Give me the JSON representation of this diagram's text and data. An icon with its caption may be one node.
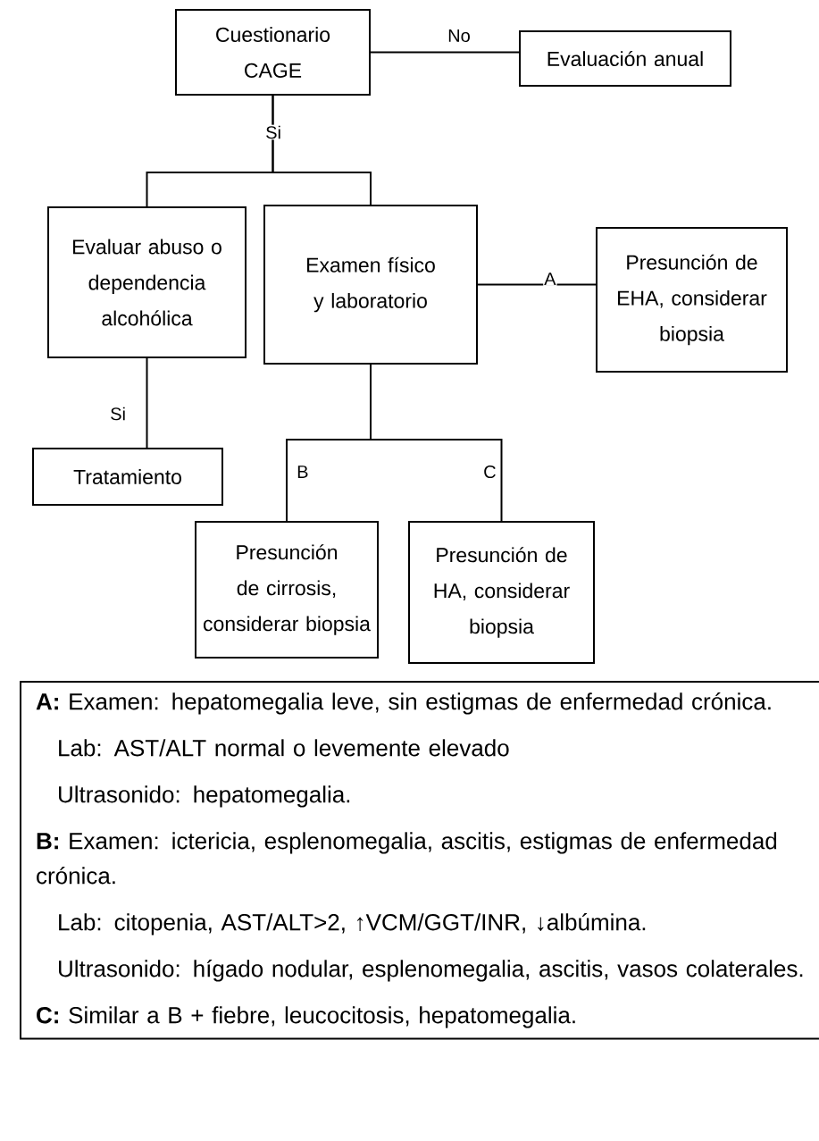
{
  "diagram": {
    "nodes": [
      {
        "text": [
          "Cuestionario CAGE"
        ]
      },
      {
        "text": [
          "Evaluación anual"
        ]
      },
      {
        "text": [
          "Evaluar abuso o dependencia alcohólica"
        ]
      },
      {
        "text": [
          "Examen físico y laboratorio"
        ]
      },
      {
        "text": [
          "Presunción de EHA, considerar biopsia"
        ]
      },
      {
        "text": [
          "Tratamiento"
        ]
      },
      {
        "text": [
          "Presunción de cirrosis, considerar biopsia"
        ]
      },
      {
        "text": [
          "Presunción de HA, considerar biopsia"
        ]
      },
      {
        "text": [
          "**A:** Examen: hepatomegalia leve, sin estigmas de enfermedad crónica.",
          "Lab: AST/ALT normal o levemente elevado",
          "Ultrasonido: hepatomegalia.",
          "**B:** Examen: ictericia, esplenomegalia, ascitis, estigmas de enfermedad crónica.",
          "Lab: citopenia, AST/ALT>2, ↑VCM/GGT/INR, ↓albúmina.",
          "Ultrasonido: hígado nodular, esplenomegalia, ascitis, vasos colaterales.",
          "**C:** Similar a B + fiebre, leucocitosis, hepatomegalia."
        ]
      }
    ],
    "edges": [
      {
        "from": 0,
        "to": 1,
        "arrow": "none",
        "label": "No"
      },
      {
        "from": 0,
        "to": 2,
        "arrow": "none",
        "label": "Si"
      },
      {
        "from": 0,
        "to": 3,
        "arrow": "none"
      },
      {
        "from": 3,
        "to": 4,
        "arrow": "none",
        "label": "A"
      },
      {
        "from": 2,
        "to": 5,
        "arrow": "none",
        "label": "Si"
      },
      {
        "from": 3,
        "to": 6,
        "arrow": "none",
        "label": "B"
      },
      {
        "from": 3,
        "to": 7,
        "arrow": "none",
        "label": "C"
      }
    ]
  }
}
